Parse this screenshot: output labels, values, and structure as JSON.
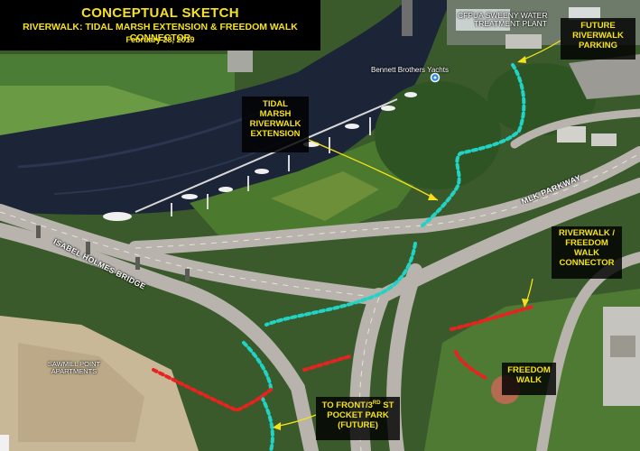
{
  "title": {
    "heading": "CONCEPTUAL SKETCH",
    "subtitle": "RIVERWALK: TIDAL MARSH EXTENSION & FREEDOM WALK CONNECTOR",
    "date": "February 28, 2019"
  },
  "callouts": {
    "tidal_marsh": [
      "TIDAL",
      "MARSH",
      "RIVERWALK",
      "EXTENSION"
    ],
    "future_parking": [
      "FUTURE",
      "RIVERWALK",
      "PARKING"
    ],
    "connector": [
      "RIVERWALK /",
      "FREEDOM",
      "WALK",
      "CONNECTOR"
    ],
    "pocket_park": [
      "TO FRONT/3RD ST",
      "POCKET PARK",
      "(FUTURE)"
    ],
    "freedom_walk": [
      "FREEDOM",
      "WALK"
    ]
  },
  "map_labels": {
    "cfpua_line1": "CFPUA SWEENY WATER",
    "cfpua_line2": "TREATMENT PLANT",
    "bennett": "Bennett Brothers Yachts",
    "mlk": "MLK PARKWAY",
    "bridge": "ISABEL HOLMES BRIDGE",
    "sawmill": "SAWMILL POINT APARTMENTS"
  },
  "colors": {
    "callout_text": "#f6e21a",
    "callout_bg": "#000000",
    "leader_line": "#f6e21a",
    "proposed_path_cyan": "#22d3c5",
    "proposed_path_red": "#e8231f",
    "river": "#1c2438",
    "marsh": "#3f6b2b",
    "road": "#b8b4ad"
  },
  "icons": {
    "map_marker": "location-pin-icon"
  }
}
